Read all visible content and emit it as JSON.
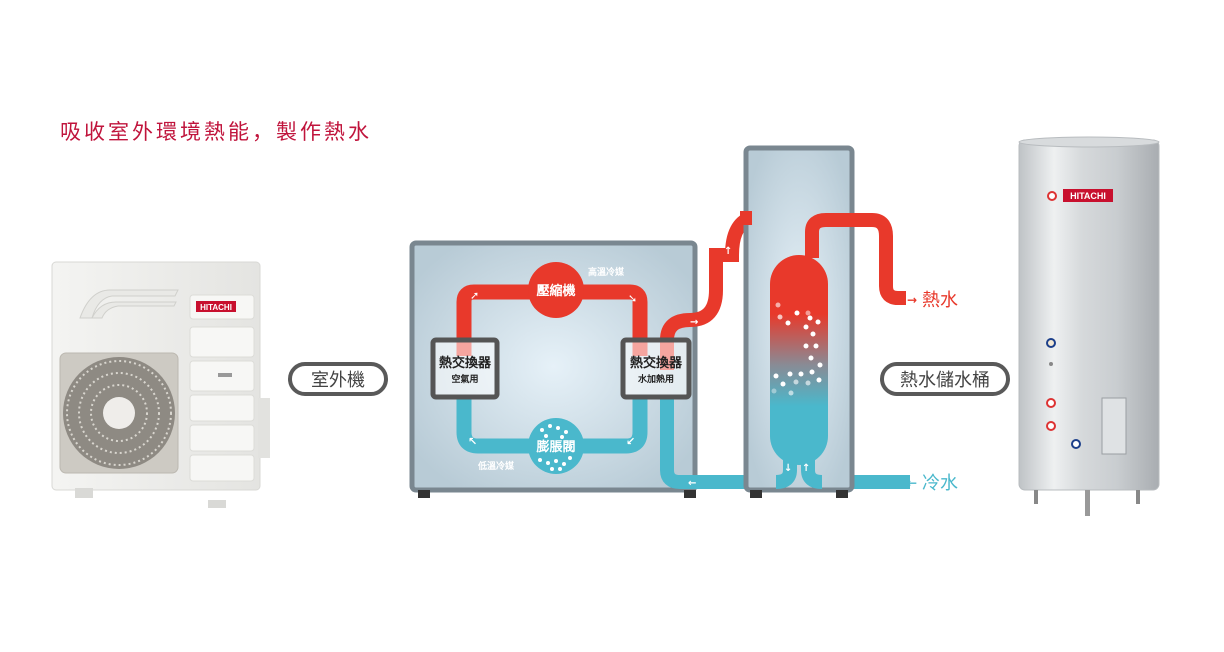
{
  "headline": "吸收室外環境熱能，製作熱水",
  "labels": {
    "outdoor_unit": "室外機",
    "tank_unit": "熱水儲水桶",
    "hot_water": "熱水",
    "cold_water": "冷水"
  },
  "cycle": {
    "compressor": "壓縮機",
    "expansion_valve": "膨脹閥",
    "high_temp_refrigerant": "高溫冷媒",
    "low_temp_refrigerant": "低溫冷媒",
    "hx_air_title": "熱交換器",
    "hx_air_sub": "空氣用",
    "hx_water_title": "熱交換器",
    "hx_water_sub": "水加熱用"
  },
  "brand": {
    "name": "HITACHI",
    "color": "#c8102e"
  },
  "colors": {
    "hot": "#e8392b",
    "cold": "#4ab8cc",
    "frame": "#7a8790",
    "headline": "#c0143c"
  }
}
